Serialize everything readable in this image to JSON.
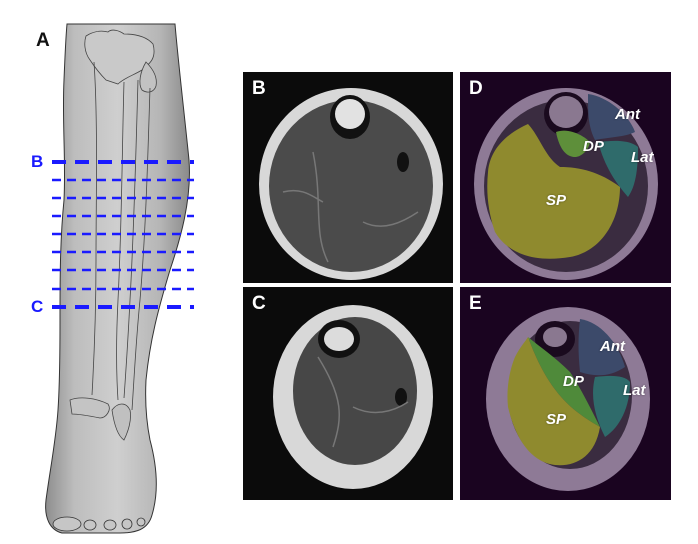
{
  "figure": {
    "panel_a": {
      "label": "A",
      "cut_labels": {
        "top": "B",
        "bottom": "C"
      },
      "line_color": "#1a1aff",
      "num_intermediate_lines": 7
    },
    "panels": [
      {
        "id": "B",
        "label": "B",
        "type": "mri-raw",
        "level": "proximal"
      },
      {
        "id": "C",
        "label": "C",
        "type": "mri-raw",
        "level": "distal"
      },
      {
        "id": "D",
        "label": "D",
        "type": "mri-segmented",
        "level": "proximal",
        "regions": [
          {
            "label": "Ant",
            "color": "#3c4a6a"
          },
          {
            "label": "Lat",
            "color": "#2f6b6b"
          },
          {
            "label": "DP",
            "color": "#5e8f3a"
          },
          {
            "label": "SP",
            "color": "#8f8a2e"
          }
        ]
      },
      {
        "id": "E",
        "label": "E",
        "type": "mri-segmented",
        "level": "distal",
        "regions": [
          {
            "label": "Ant",
            "color": "#3c4a6a"
          },
          {
            "label": "Lat",
            "color": "#2f6b6b"
          },
          {
            "label": "DP",
            "color": "#4f8a3a"
          },
          {
            "label": "SP",
            "color": "#8f8a2e"
          }
        ]
      }
    ]
  }
}
